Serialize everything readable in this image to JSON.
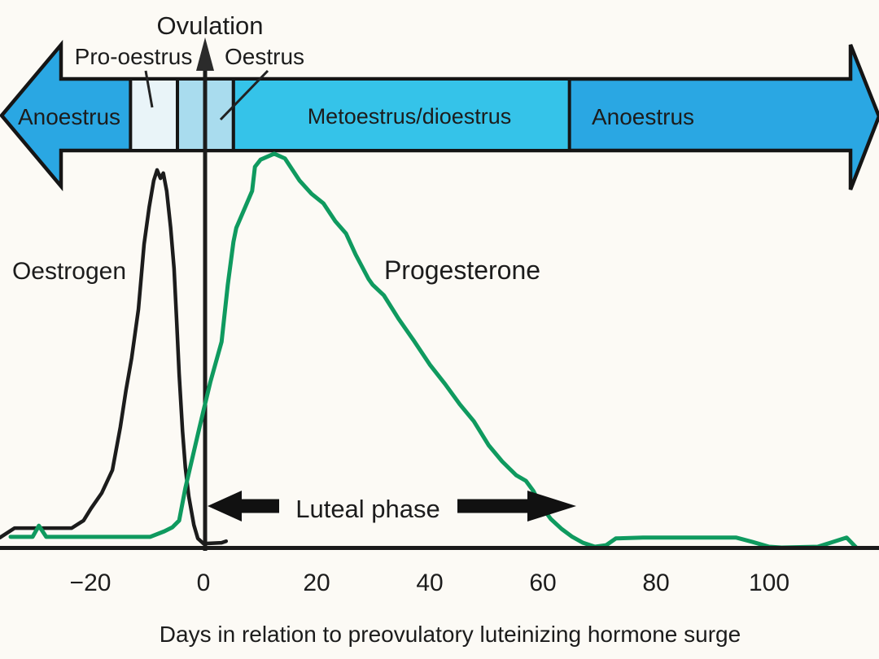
{
  "figure": {
    "labels": {
      "ovulation": "Ovulation",
      "pro_oestrus": "Pro-oestrus",
      "oestrus": "Oestrus",
      "oestrogen": "Oestrogen",
      "progesterone": "Progesterone",
      "luteal_phase": "Luteal phase"
    },
    "phase_band": {
      "left_arrow_label": "Anoestrus",
      "right_arrow_label": "Anoestrus",
      "metoestrus_label": "Metoestrus/dioestrus",
      "arrow_fill": "#2aa7e3",
      "band_border": "#151515",
      "label_color": "#0d3a6e",
      "segments": [
        {
          "name": "pro-oestrus",
          "day_start": -12.9,
          "day_end": -4.6,
          "fill": "#e9f4f8"
        },
        {
          "name": "oestrus",
          "day_start": -4.6,
          "day_end": 5.3,
          "fill": "#a9dcee"
        },
        {
          "name": "metoestrus-dioestrus",
          "day_start": 5.3,
          "day_end": 64.7,
          "fill": "#35c3e9"
        }
      ]
    },
    "colors": {
      "oestrogen_curve": "#1c1c1c",
      "progesterone_curve": "#0f9a5f",
      "axis": "#1a1a1a",
      "annotation_black": "#111111",
      "background": "#fcfaf5"
    }
  },
  "chart_data": {
    "type": "line",
    "title": "",
    "xlabel": "Days in relation to preovulatory luteinizing hormone surge",
    "ylabel": "",
    "x_ticks": [
      -20,
      0,
      20,
      40,
      60,
      80,
      100
    ],
    "x_range": [
      -38,
      119
    ],
    "y_range": [
      0,
      1
    ],
    "grid": false,
    "legend_position": "inline-labels",
    "y_units": "relative hormone concentration (arbitrary units)",
    "series": [
      {
        "name": "Oestrogen",
        "color": "#1c1c1c",
        "points": [
          [
            -36.0,
            0.025
          ],
          [
            -33.4,
            0.049
          ],
          [
            -30.2,
            0.049
          ],
          [
            -23.3,
            0.049
          ],
          [
            -21.2,
            0.068
          ],
          [
            -19.9,
            0.098
          ],
          [
            -18.0,
            0.137
          ],
          [
            -16.1,
            0.195
          ],
          [
            -14.7,
            0.303
          ],
          [
            -13.7,
            0.396
          ],
          [
            -12.7,
            0.477
          ],
          [
            -11.5,
            0.6
          ],
          [
            -10.5,
            0.764
          ],
          [
            -9.6,
            0.857
          ],
          [
            -8.8,
            0.924
          ],
          [
            -8.2,
            0.951
          ],
          [
            -7.6,
            0.93
          ],
          [
            -7.1,
            0.943
          ],
          [
            -6.5,
            0.898
          ],
          [
            -5.8,
            0.805
          ],
          [
            -5.2,
            0.703
          ],
          [
            -4.7,
            0.559
          ],
          [
            -4.3,
            0.437
          ],
          [
            -3.7,
            0.293
          ],
          [
            -3.2,
            0.201
          ],
          [
            -2.6,
            0.129
          ],
          [
            -1.7,
            0.057
          ],
          [
            -1.0,
            0.023
          ],
          [
            0.0,
            0.01
          ],
          [
            3.2,
            0.012
          ],
          [
            4.0,
            0.016
          ]
        ]
      },
      {
        "name": "Progesterone",
        "color": "#0f9a5f",
        "points": [
          [
            -34.1,
            0.027
          ],
          [
            -30.2,
            0.027
          ],
          [
            -29.1,
            0.055
          ],
          [
            -27.8,
            0.027
          ],
          [
            -9.4,
            0.027
          ],
          [
            -6.9,
            0.041
          ],
          [
            -5.5,
            0.051
          ],
          [
            -4.3,
            0.068
          ],
          [
            -3.2,
            0.15
          ],
          [
            -0.7,
            0.303
          ],
          [
            1.2,
            0.416
          ],
          [
            3.2,
            0.518
          ],
          [
            4.3,
            0.662
          ],
          [
            5.3,
            0.77
          ],
          [
            5.8,
            0.805
          ],
          [
            8.6,
            0.898
          ],
          [
            9.1,
            0.959
          ],
          [
            10.1,
            0.977
          ],
          [
            12.5,
            0.992
          ],
          [
            14.4,
            0.98
          ],
          [
            17.0,
            0.924
          ],
          [
            19.1,
            0.891
          ],
          [
            21.2,
            0.867
          ],
          [
            23.3,
            0.822
          ],
          [
            25.2,
            0.791
          ],
          [
            26.9,
            0.738
          ],
          [
            29.2,
            0.676
          ],
          [
            29.9,
            0.662
          ],
          [
            31.9,
            0.635
          ],
          [
            34.5,
            0.576
          ],
          [
            37.1,
            0.523
          ],
          [
            40.0,
            0.461
          ],
          [
            42.7,
            0.412
          ],
          [
            45.3,
            0.361
          ],
          [
            47.8,
            0.318
          ],
          [
            50.4,
            0.258
          ],
          [
            52.8,
            0.217
          ],
          [
            55.3,
            0.182
          ],
          [
            57.0,
            0.168
          ],
          [
            58.3,
            0.143
          ],
          [
            59.7,
            0.105
          ],
          [
            61.4,
            0.072
          ],
          [
            63.3,
            0.047
          ],
          [
            65.2,
            0.027
          ],
          [
            67.1,
            0.012
          ],
          [
            69.2,
            0.002
          ],
          [
            71.2,
            0.006
          ],
          [
            72.9,
            0.023
          ],
          [
            77.7,
            0.025
          ],
          [
            86.3,
            0.025
          ],
          [
            94.2,
            0.025
          ],
          [
            97.1,
            0.014
          ],
          [
            100.0,
            0.002
          ],
          [
            102.2,
            0.0
          ],
          [
            108.6,
            0.002
          ],
          [
            113.7,
            0.025
          ],
          [
            115.4,
            0.0
          ]
        ]
      }
    ],
    "annotations": {
      "ovulation_marker_day": 0,
      "luteal_phase_span_days": [
        1,
        66
      ]
    }
  }
}
